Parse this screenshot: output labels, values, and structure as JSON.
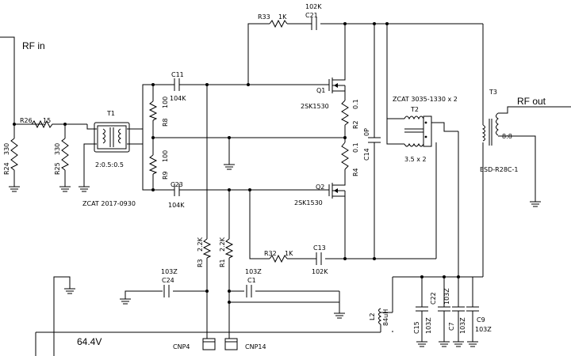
{
  "ports": {
    "rf_in": "RF in",
    "rf_out": "RF out",
    "supply": "64.4V"
  },
  "components": {
    "R24": {
      "ref": "R24",
      "value": "330"
    },
    "R25": {
      "ref": "R25",
      "value": "330"
    },
    "R26": {
      "ref": "R26",
      "value": "15"
    },
    "T1": {
      "ref": "T1",
      "ratio": "2:0.5:0.5",
      "core": "ZCAT 2017-0930"
    },
    "R8": {
      "ref": "R8",
      "value": "100"
    },
    "R9": {
      "ref": "R9",
      "value": "100"
    },
    "C11": {
      "ref": "C11",
      "value": "104K"
    },
    "C23": {
      "ref": "C23",
      "value": "104K"
    },
    "R33": {
      "ref": "R33",
      "value": "1K"
    },
    "C21": {
      "ref": "C21",
      "value": "102K"
    },
    "R32": {
      "ref": "R32",
      "value": "1K"
    },
    "C13": {
      "ref": "C13",
      "value": "102K"
    },
    "Q1": {
      "ref": "Q1",
      "part": "2SK1530"
    },
    "Q2": {
      "ref": "Q2",
      "part": "2SK1530"
    },
    "R2": {
      "ref": "R2",
      "value": "0.1"
    },
    "R4": {
      "ref": "R4",
      "value": "0.1"
    },
    "C14": {
      "ref": "C14",
      "value": "0P"
    },
    "T2": {
      "ref": "T2",
      "core": "ZCAT 3035-1330 x 2",
      "turns": "3.5 x 2"
    },
    "T3": {
      "ref": "T3",
      "ratio": "8:8",
      "core": "ESD-R28C-1"
    },
    "R3": {
      "ref": "R3",
      "value": "2.2K"
    },
    "R1": {
      "ref": "R1",
      "value": "2.2K"
    },
    "C24": {
      "ref": "C24",
      "value": "103Z"
    },
    "C1": {
      "ref": "C1",
      "value": "103Z"
    },
    "L2": {
      "ref": "L2",
      "value": "84uH"
    },
    "C15": {
      "ref": "C15",
      "value": "103Z"
    },
    "C22": {
      "ref": "C22",
      "value": "103Z"
    },
    "C7": {
      "ref": "C7",
      "value": "103Z"
    },
    "C9": {
      "ref": "C9",
      "value": "103Z"
    },
    "CNP4": {
      "ref": "CNP4"
    },
    "CNP14": {
      "ref": "CNP14"
    }
  }
}
